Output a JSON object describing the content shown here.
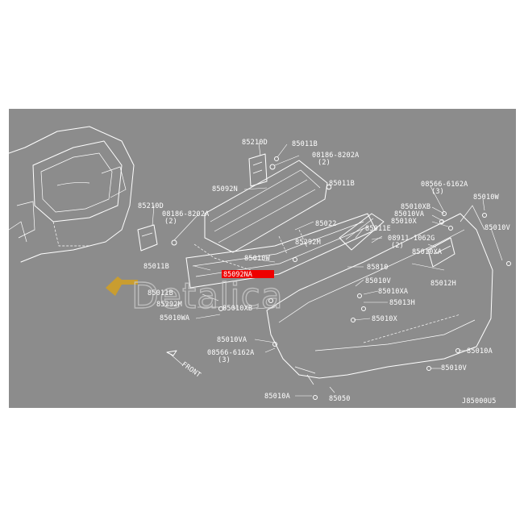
{
  "diagram_code": "J85000U5",
  "highlighted_part": "85092NA",
  "front_marker": "FRONT",
  "watermark": "Detalica",
  "colors": {
    "background": "#8c8c8c",
    "lines": "#ffffff",
    "highlight": "#ee0000"
  },
  "labels": [
    "85210D",
    "85011B",
    "08186-8202A",
    "(2)",
    "85092N",
    "85011B",
    "85210D",
    "08186-8202A",
    "(2)",
    "85022",
    "85011B",
    "85011E",
    "85292M",
    "08911-1062G",
    "(2)",
    "85010W",
    "85810",
    "85092NA",
    "85011B",
    "85010V",
    "85292M",
    "85010XA",
    "85013H",
    "85010XB",
    "85010WA",
    "85010X",
    "85010VA",
    "08566-6162A",
    "(3)",
    "85050",
    "85010A",
    "08566-6162A",
    "(3)",
    "85010XB",
    "85010VA",
    "85010X",
    "85010W",
    "85010V",
    "85010XA",
    "85012H",
    "85010A",
    "85010V"
  ]
}
